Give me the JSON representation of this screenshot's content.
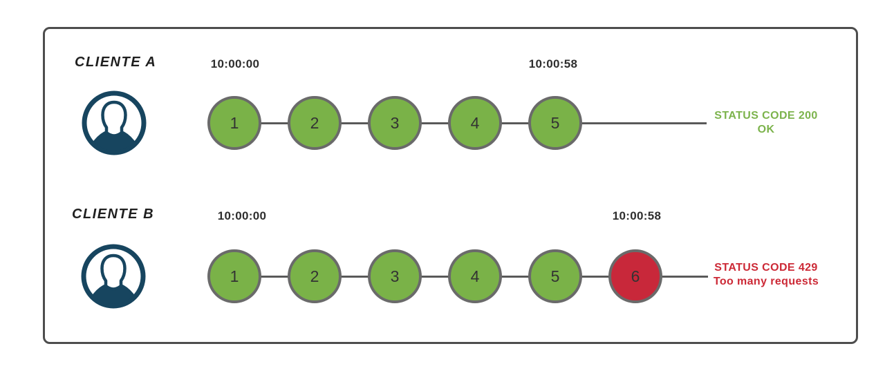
{
  "diagram": {
    "rows": [
      {
        "client_label": "CLIENTE A",
        "avatar_icon": "user-avatar-icon",
        "start_time": "10:00:00",
        "end_time": "10:00:58",
        "requests": [
          {
            "label": "1",
            "state": "ok"
          },
          {
            "label": "2",
            "state": "ok"
          },
          {
            "label": "3",
            "state": "ok"
          },
          {
            "label": "4",
            "state": "ok"
          },
          {
            "label": "5",
            "state": "ok"
          }
        ],
        "status": {
          "line1": "STATUS CODE 200",
          "line2": "OK",
          "color": "#7cb34c"
        }
      },
      {
        "client_label": "CLIENTE B",
        "avatar_icon": "user-avatar-icon",
        "start_time": "10:00:00",
        "end_time": "10:00:58",
        "requests": [
          {
            "label": "1",
            "state": "ok"
          },
          {
            "label": "2",
            "state": "ok"
          },
          {
            "label": "3",
            "state": "ok"
          },
          {
            "label": "4",
            "state": "ok"
          },
          {
            "label": "5",
            "state": "ok"
          },
          {
            "label": "6",
            "state": "blocked"
          }
        ],
        "status": {
          "line1": "STATUS CODE 429",
          "line2": "Too many requests",
          "color": "#cc2936"
        }
      }
    ],
    "colors": {
      "request_ok": "#7ab248",
      "request_blocked": "#c8283a",
      "circle_border": "#6a6a6a",
      "timeline_line": "#595959",
      "avatar_navy": "#17455f",
      "frame_border": "#4d4d4d"
    }
  }
}
